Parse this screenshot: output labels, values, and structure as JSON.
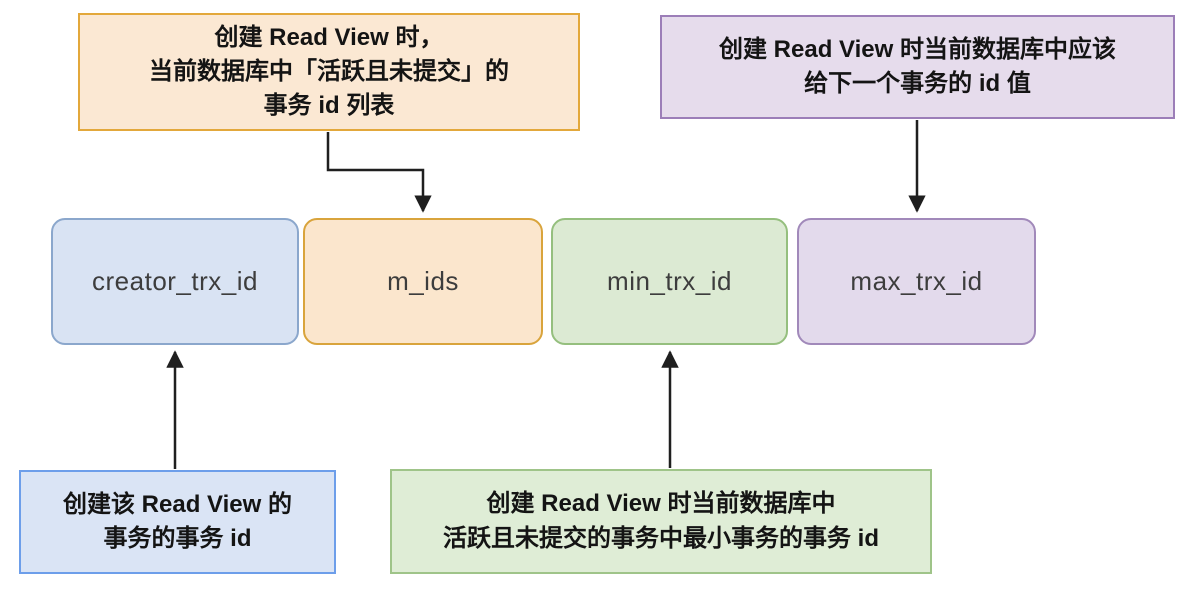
{
  "diagram": {
    "fields": [
      {
        "name": "creator_trx_id",
        "label": "creator_trx_id",
        "fill": "#d9e3f3",
        "border": "#8ba7cc"
      },
      {
        "name": "m_ids",
        "label": "m_ids",
        "fill": "#fbe6cd",
        "border": "#d9a43c"
      },
      {
        "name": "min_trx_id",
        "label": "min_trx_id",
        "fill": "#dcead3",
        "border": "#95bf7e"
      },
      {
        "name": "max_trx_id",
        "label": "max_trx_id",
        "fill": "#e3daec",
        "border": "#a189ba"
      }
    ],
    "annotations": [
      {
        "name": "m-ids-note",
        "target": "m_ids",
        "fill": "#fbe8d3",
        "border": "#e3a83b",
        "lines": [
          "创建 Read View 时，",
          "当前数据库中「活跃且未提交」的",
          "事务 id 列表"
        ]
      },
      {
        "name": "max-trx-id-note",
        "target": "max_trx_id",
        "fill": "#e6dcec",
        "border": "#9c7eb8",
        "lines": [
          "创建 Read View 时当前数据库中应该",
          "给下一个事务的 id 值"
        ]
      },
      {
        "name": "creator-trx-id-note",
        "target": "creator_trx_id",
        "fill": "#dae4f5",
        "border": "#6d9eea",
        "lines": [
          "创建该 Read View 的",
          "事务的事务 id"
        ]
      },
      {
        "name": "min-trx-id-note",
        "target": "min_trx_id",
        "fill": "#dfedd6",
        "border": "#9fc489",
        "lines": [
          "创建 Read View 时当前数据库中",
          "活跃且未提交的事务中最小事务的事务 id"
        ]
      }
    ],
    "arrow_color": "#1f1f1f"
  }
}
